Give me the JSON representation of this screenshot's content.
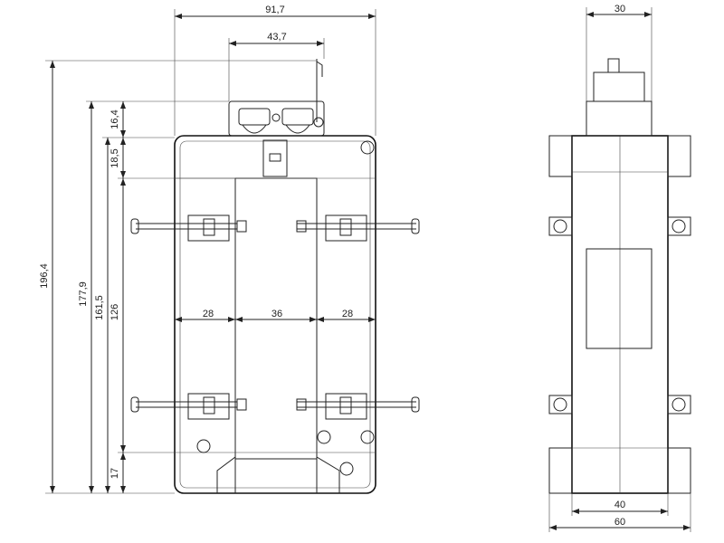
{
  "front_view": {
    "dims": {
      "overall_width": "91,7",
      "connector_width": "43,7",
      "connector_height": "16,4",
      "top_offset": "18,5",
      "total_height": "196,4",
      "height_to_connector": "177,9",
      "body_height": "161,5",
      "window_height": "126",
      "bottom_offset": "17",
      "left_span": "28",
      "window_width": "36",
      "right_span": "28"
    }
  },
  "side_view": {
    "dims": {
      "top_width": "30",
      "body_width": "40",
      "overall_width": "60"
    }
  }
}
